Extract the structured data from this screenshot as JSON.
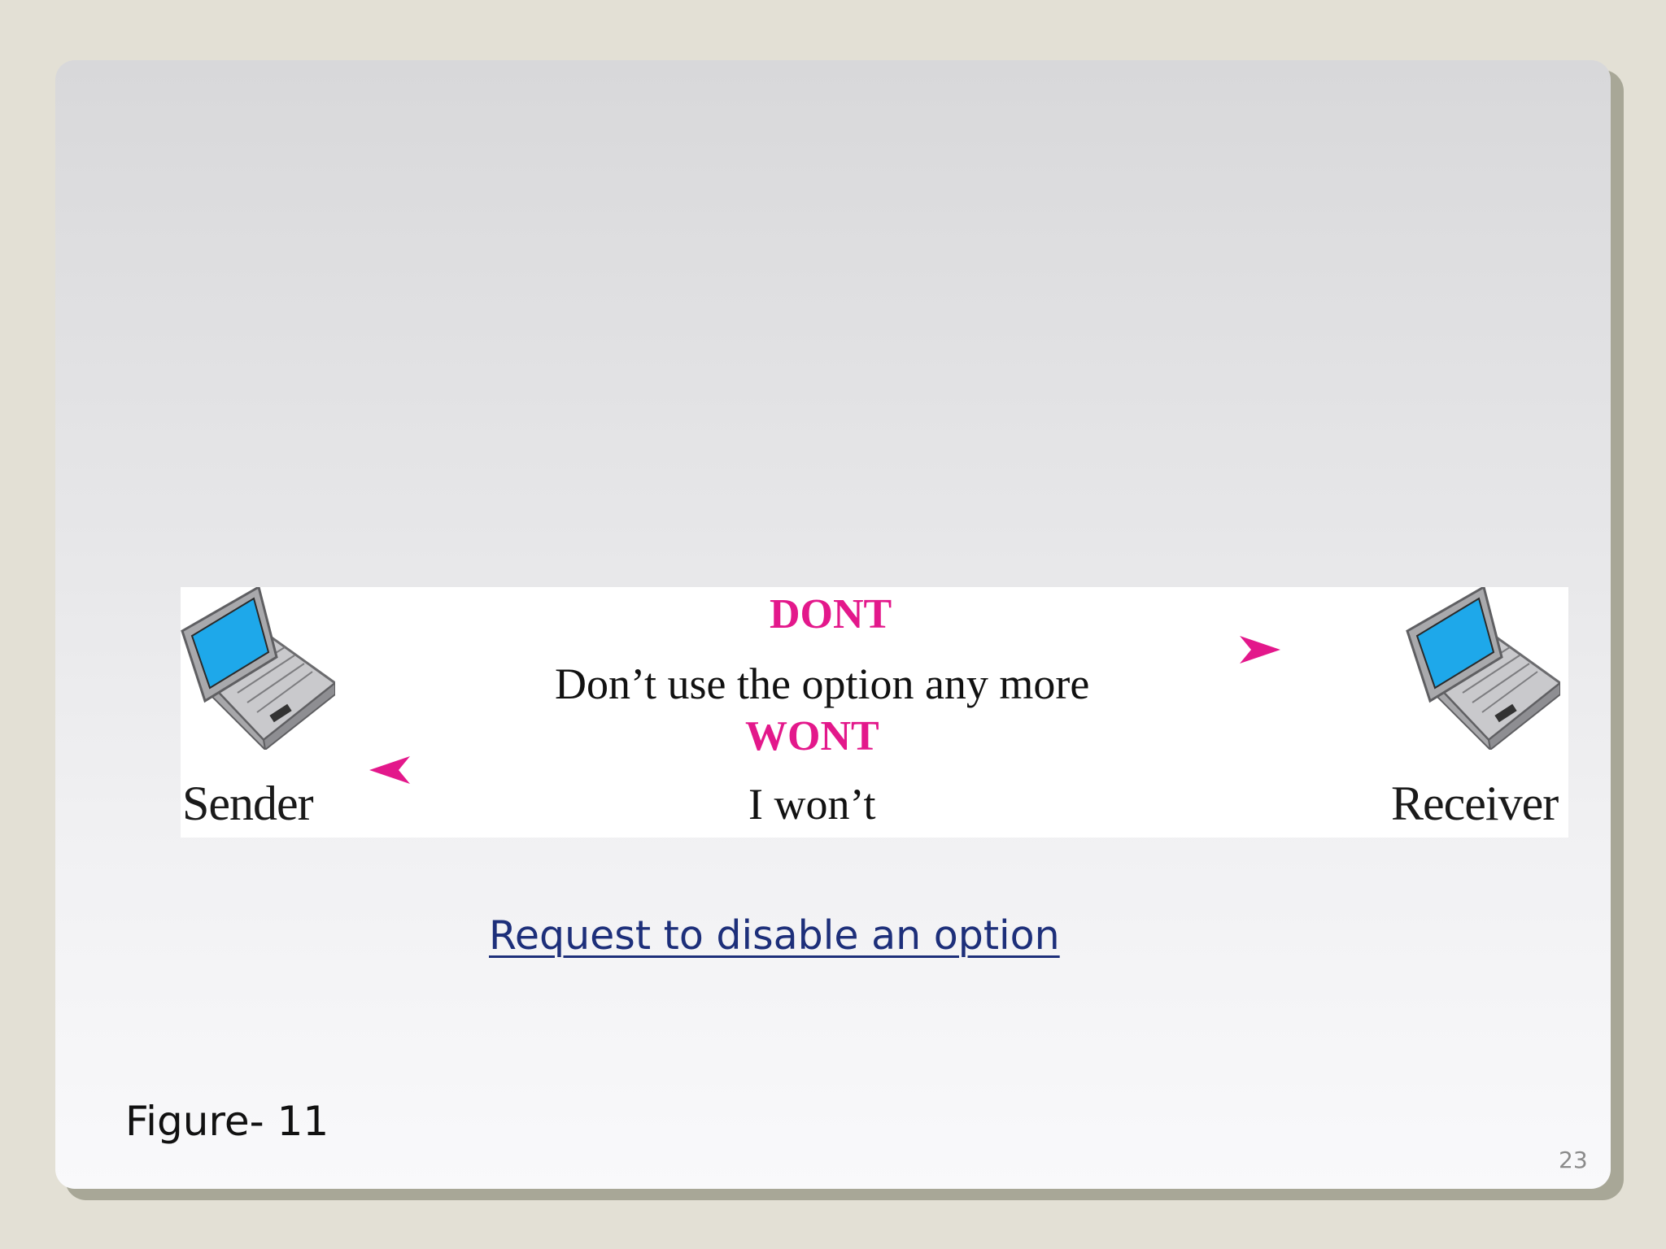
{
  "diagram": {
    "sender_label": "Sender",
    "receiver_label": "Receiver",
    "command_1": "DONT",
    "message_1": "Don’t use the option any more",
    "command_2": "WONT",
    "message_2": "I won’t",
    "command_color": "#e3188b",
    "icons": [
      "laptop-icon",
      "laptop-icon"
    ]
  },
  "caption": "Request to disable an option",
  "figure_label": "Figure- 11",
  "page_number": "23"
}
